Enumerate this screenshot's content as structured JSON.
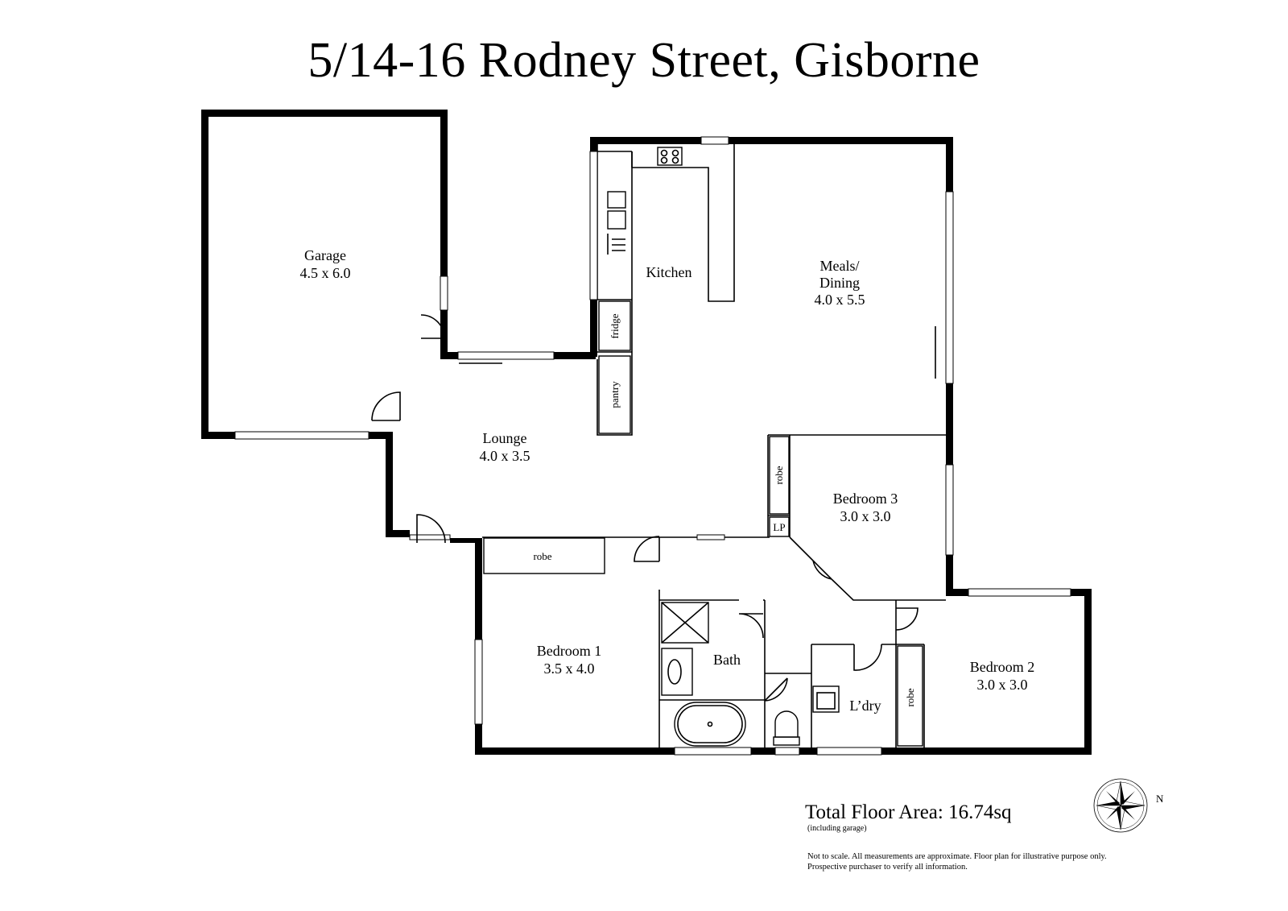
{
  "title": "5/14-16 Rodney Street, Gisborne",
  "rooms": {
    "garage": {
      "name": "Garage",
      "size": "4.5 x 6.0"
    },
    "kitchen": {
      "name": "Kitchen"
    },
    "meals": {
      "name_line1": "Meals/",
      "name_line2": "Dining",
      "size": "4.0 x 5.5"
    },
    "lounge": {
      "name": "Lounge",
      "size": "4.0 x 3.5"
    },
    "bedroom1": {
      "name": "Bedroom 1",
      "size": "3.5 x 4.0"
    },
    "bedroom2": {
      "name": "Bedroom 2",
      "size": "3.0 x 3.0"
    },
    "bedroom3": {
      "name": "Bedroom 3",
      "size": "3.0 x 3.0"
    },
    "bath": {
      "name": "Bath"
    },
    "laundry": {
      "name": "L’dry"
    }
  },
  "fixtures": {
    "fridge": "fridge",
    "pantry": "pantry",
    "robe": "robe",
    "lp": "LP"
  },
  "compass": {
    "north": "N"
  },
  "footer": {
    "total_area": "Total Floor Area: 16.74sq",
    "including": "(including garage)",
    "disclaimer_line1": "Not to scale. All measurements are approximate. Floor plan for illustrative purpose only.",
    "disclaimer_line2": "Prospective purchaser to verify all information."
  }
}
